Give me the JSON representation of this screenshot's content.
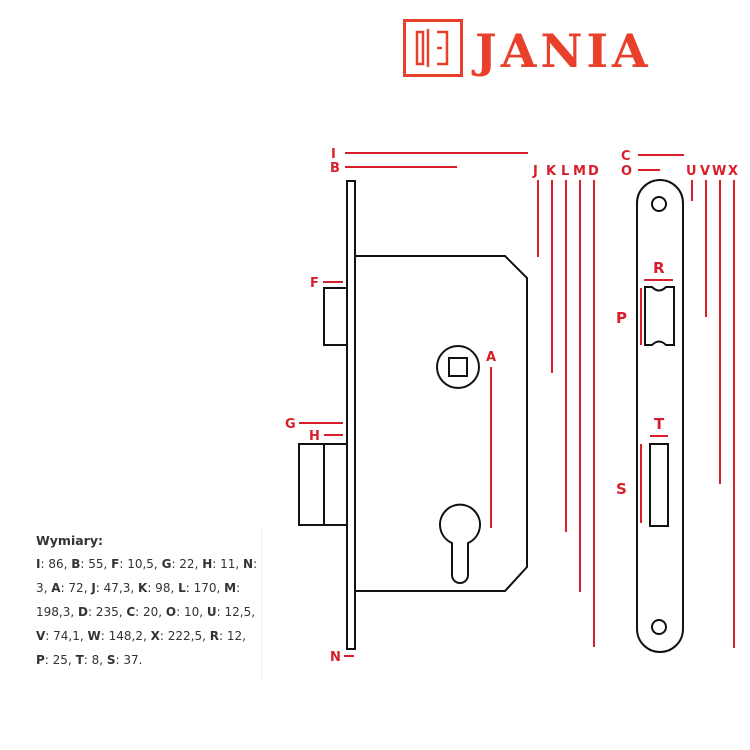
{
  "brand": {
    "name": "JANIA",
    "color": "#e8402a"
  },
  "diagram": {
    "line_color": "#d81e2a",
    "outline_color": "#111111",
    "labels": {
      "I": "I",
      "B": "B",
      "F": "F",
      "G": "G",
      "H": "H",
      "N": "N",
      "A": "A",
      "J": "J",
      "K": "K",
      "L": "L",
      "M": "M",
      "D": "D",
      "C": "C",
      "O": "O",
      "U": "U",
      "V": "V",
      "W": "W",
      "X": "X",
      "R": "R",
      "P": "P",
      "T": "T",
      "S": "S"
    }
  },
  "specs": {
    "title": "Wymiary:",
    "items": [
      {
        "key": "I",
        "value": "86"
      },
      {
        "key": "B",
        "value": "55"
      },
      {
        "key": "F",
        "value": "10,5"
      },
      {
        "key": "G",
        "value": "22"
      },
      {
        "key": "H",
        "value": "11"
      },
      {
        "key": "N",
        "value": "3"
      },
      {
        "key": "A",
        "value": "72"
      },
      {
        "key": "J",
        "value": "47,3"
      },
      {
        "key": "K",
        "value": "98"
      },
      {
        "key": "L",
        "value": "170"
      },
      {
        "key": "M",
        "value": "198,3"
      },
      {
        "key": "D",
        "value": "235"
      },
      {
        "key": "C",
        "value": "20"
      },
      {
        "key": "O",
        "value": "10"
      },
      {
        "key": "U",
        "value": "12,5"
      },
      {
        "key": "V",
        "value": "74,1"
      },
      {
        "key": "W",
        "value": "148,2"
      },
      {
        "key": "X",
        "value": "222,5"
      },
      {
        "key": "R",
        "value": "12"
      },
      {
        "key": "P",
        "value": "25"
      },
      {
        "key": "T",
        "value": "8"
      },
      {
        "key": "S",
        "value": "37"
      }
    ]
  }
}
